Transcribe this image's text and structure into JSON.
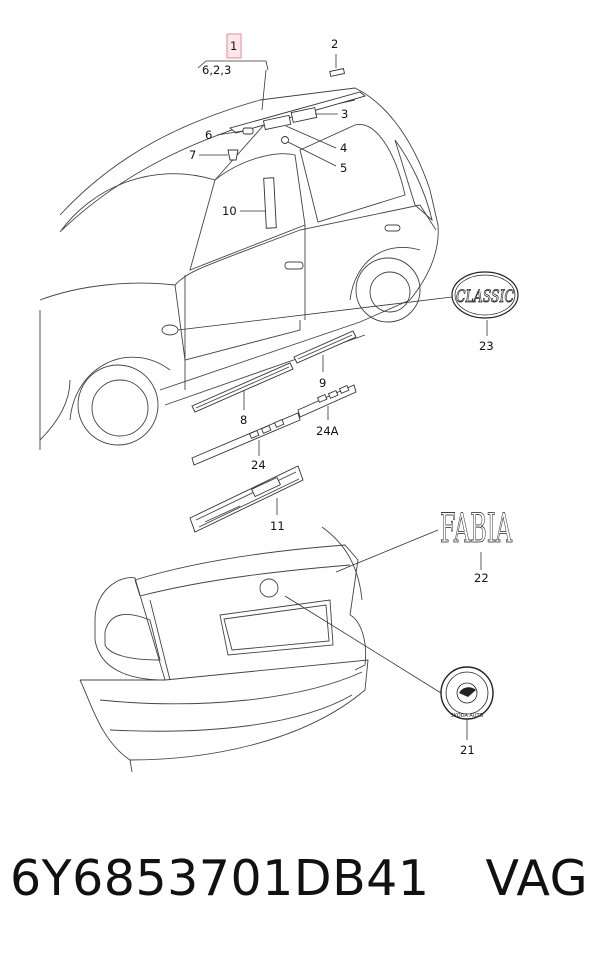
{
  "callouts": {
    "c1": "1",
    "c1_sub": "6,2,3",
    "c2": "2",
    "c3": "3",
    "c4": "4",
    "c5": "5",
    "c6": "6",
    "c7": "7",
    "c8": "8",
    "c9": "9",
    "c10": "10",
    "c11": "11",
    "c21": "21",
    "c22": "22",
    "c23": "23",
    "c24": "24",
    "c24a": "24A"
  },
  "emblems": {
    "classic": "CLASSIC",
    "fabia": "FABIA",
    "skoda": "SKODA AUTO"
  },
  "footer": {
    "part_number": "6Y6853701DB41",
    "brand": "VAG"
  }
}
